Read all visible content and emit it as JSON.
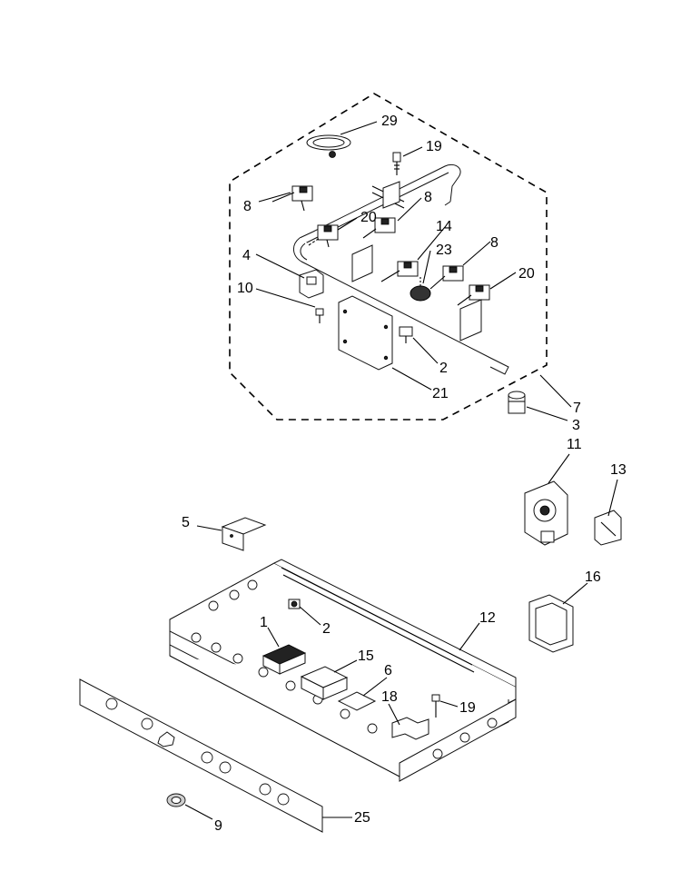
{
  "diagram": {
    "callouts": [
      {
        "id": "c29a",
        "text": "29"
      },
      {
        "id": "c19a",
        "text": "19"
      },
      {
        "id": "c8a",
        "text": "8"
      },
      {
        "id": "c8b",
        "text": "8"
      },
      {
        "id": "c20a",
        "text": "20"
      },
      {
        "id": "c14",
        "text": "14"
      },
      {
        "id": "c23",
        "text": "23"
      },
      {
        "id": "c8c",
        "text": "8"
      },
      {
        "id": "c20b",
        "text": "20"
      },
      {
        "id": "c4",
        "text": "4"
      },
      {
        "id": "c10",
        "text": "10"
      },
      {
        "id": "c2a",
        "text": "2"
      },
      {
        "id": "c21",
        "text": "21"
      },
      {
        "id": "c7",
        "text": "7"
      },
      {
        "id": "c3",
        "text": "3"
      },
      {
        "id": "c11",
        "text": "11"
      },
      {
        "id": "c13",
        "text": "13"
      },
      {
        "id": "c5",
        "text": "5"
      },
      {
        "id": "c16",
        "text": "16"
      },
      {
        "id": "c1",
        "text": "1"
      },
      {
        "id": "c2b",
        "text": "2"
      },
      {
        "id": "c12",
        "text": "12"
      },
      {
        "id": "c15",
        "text": "15"
      },
      {
        "id": "c6",
        "text": "6"
      },
      {
        "id": "c18",
        "text": "18"
      },
      {
        "id": "c19b",
        "text": "19"
      },
      {
        "id": "c9",
        "text": "9"
      },
      {
        "id": "c25",
        "text": "25"
      }
    ]
  }
}
